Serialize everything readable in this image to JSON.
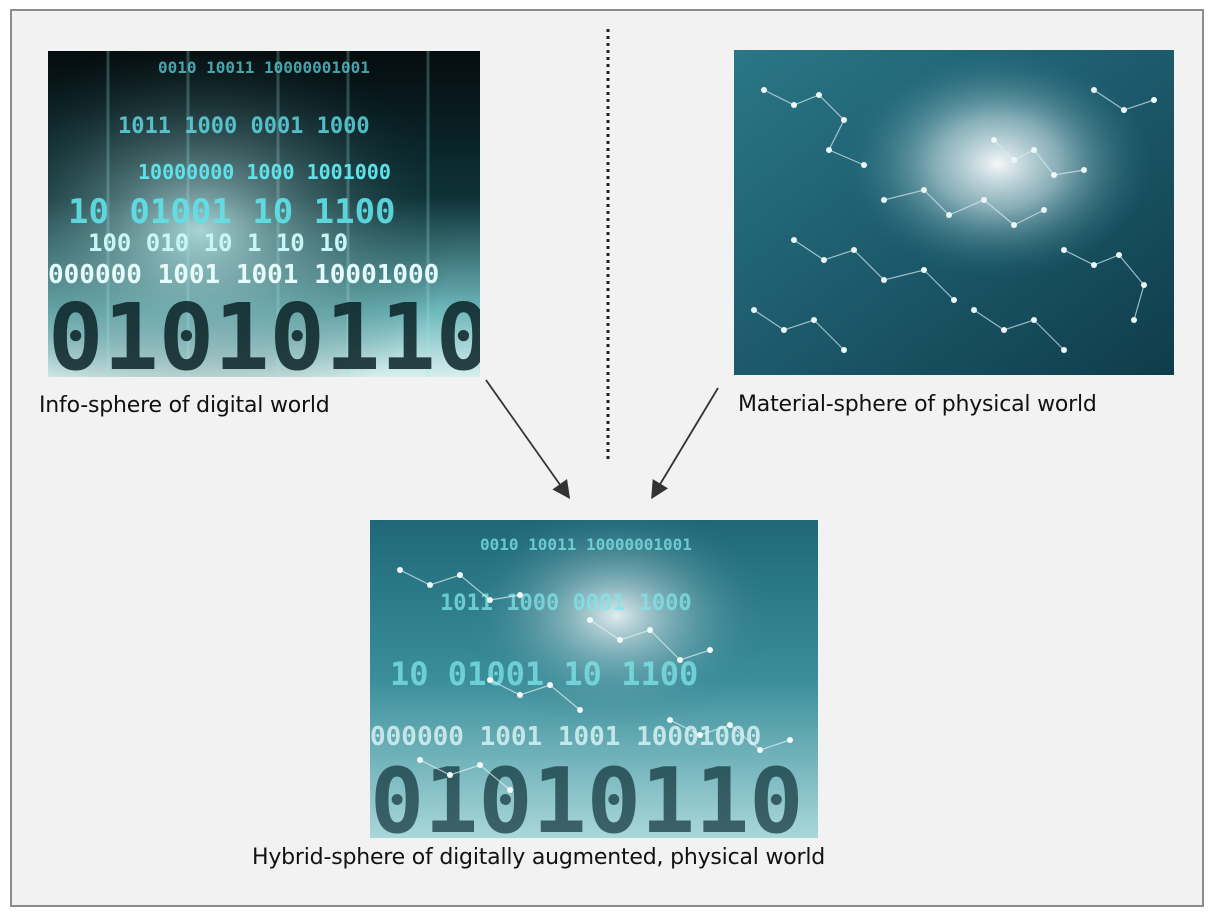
{
  "captions": {
    "digital": "Info-sphere of digital world",
    "physical": "Material-sphere of physical world",
    "hybrid": "Hybrid-sphere of digitally augmented, physical world"
  },
  "panels": {
    "digital": {
      "rows": [
        "0010 10011 10000001001",
        "1011 1000 0001 1000",
        "10000000 1000 1001000",
        "10 01001 10 1100",
        "100 010 10 1 10 10",
        "000000 1001 1001 10001000",
        "01010110"
      ]
    },
    "hybrid": {
      "rows": [
        "0010 10011 10000001001",
        "1011 1000 0001 1000",
        "10 01001 10 1100",
        "000000 1001 1001 10001000",
        "01010110"
      ]
    }
  },
  "colors": {
    "frame_border": "#8c8c8c",
    "background": "#f2f2f2",
    "digital_glow": "#4fd0d6",
    "physical_teal": "#1e5f72",
    "arrow": "#333333"
  }
}
